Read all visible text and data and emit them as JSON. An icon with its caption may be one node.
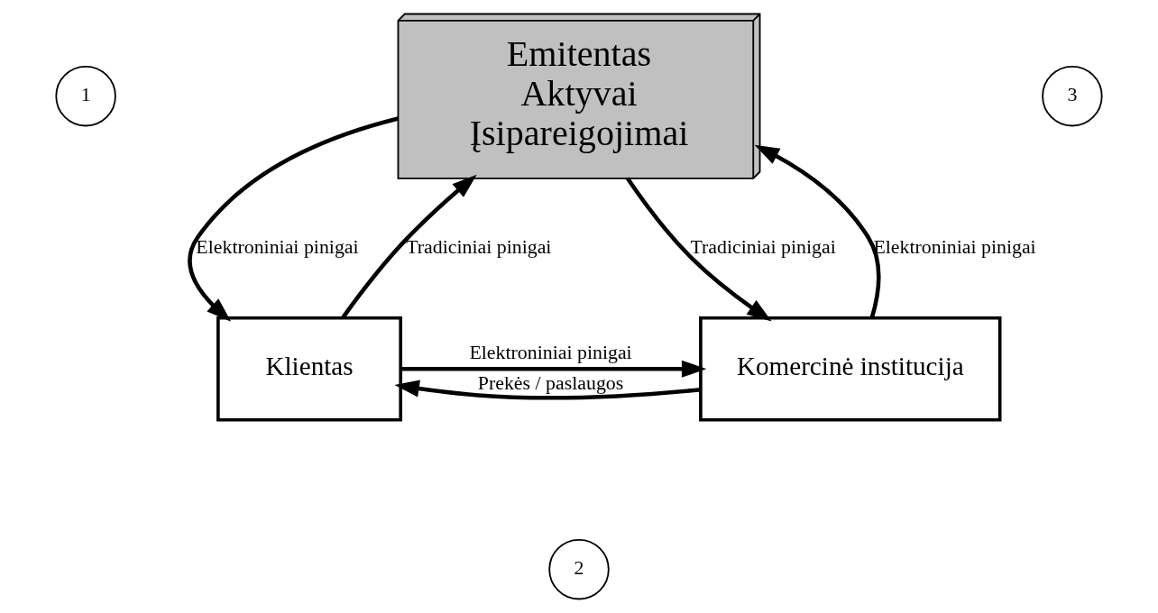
{
  "diagram": {
    "nodes": [
      {
        "text": [
          "Emitentas",
          "Aktyvai",
          "Įsipareigojimai"
        ]
      },
      {
        "text": [
          "Klientas"
        ]
      },
      {
        "text": [
          "Komercinė institucija"
        ]
      },
      {
        "text": [
          "1"
        ]
      },
      {
        "text": [
          "2"
        ]
      },
      {
        "text": [
          "3"
        ]
      }
    ],
    "edges": [
      {
        "from": 1,
        "to": 0,
        "arrow": "to",
        "label": "Tradiciniai pinigai"
      },
      {
        "from": 0,
        "to": 1,
        "arrow": "to",
        "label": "Elektroniniai pinigai"
      },
      {
        "from": 1,
        "to": 2,
        "arrow": "to",
        "label": "Elektroniniai pinigai"
      },
      {
        "from": 2,
        "to": 1,
        "arrow": "to",
        "label": "Prekės / paslaugos"
      },
      {
        "from": 2,
        "to": 0,
        "arrow": "to",
        "label": "Elektroniniai pinigai"
      },
      {
        "from": 0,
        "to": 2,
        "arrow": "to",
        "label": "Tradiciniai pinigai"
      }
    ]
  }
}
